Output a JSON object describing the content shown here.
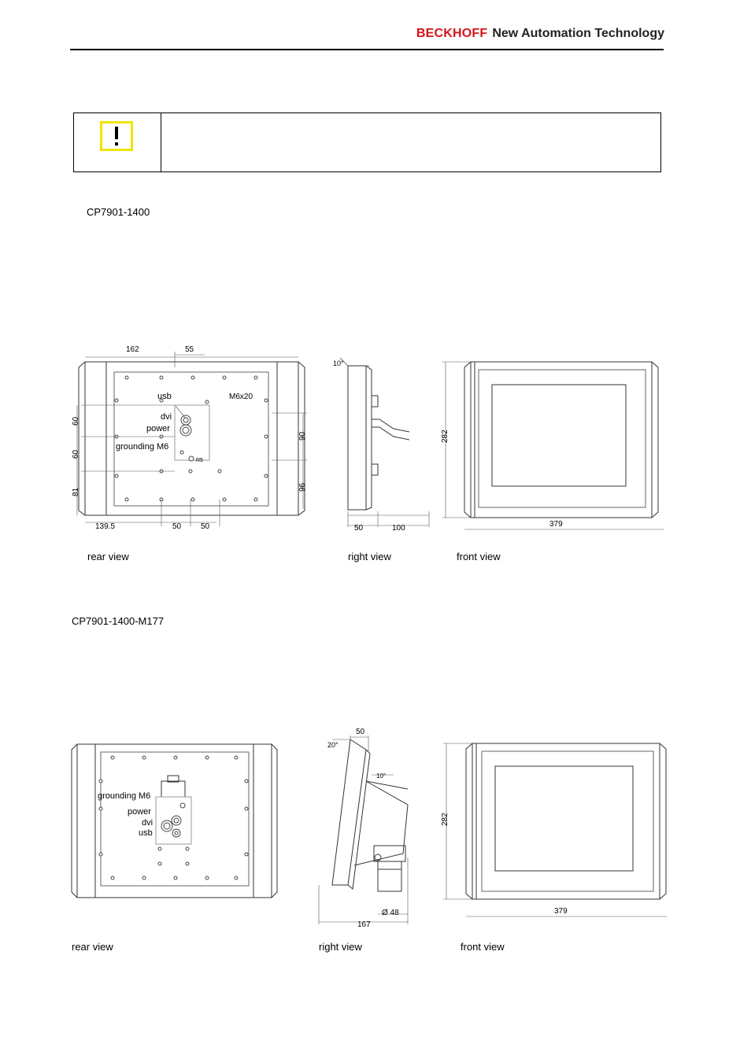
{
  "header": {
    "brand": "BECKHOFF",
    "tagline": "New Automation Technology",
    "brand_color": "#d3151b"
  },
  "note": {
    "icon": "caution-icon",
    "icon_color": "#f2e400"
  },
  "section1": {
    "title": "CP7901-1400",
    "rear": {
      "caption": "rear view",
      "dim_top_left": "162",
      "dim_top_mid": "55",
      "labels": {
        "usb": "usb",
        "dvi": "dvi",
        "power": "power",
        "grounding": "grounding M6",
        "screw": "M6x20",
        "radius": "R5"
      },
      "left_dims": [
        "60",
        "60",
        "81"
      ],
      "right_dims": [
        "90",
        "96"
      ],
      "bottom_dims": [
        "139.5",
        "50",
        "50"
      ]
    },
    "right": {
      "caption": "right view",
      "angle": "10°",
      "dims": [
        "50",
        "100"
      ]
    },
    "front": {
      "caption": "front view",
      "height": "282",
      "width": "379"
    }
  },
  "section2": {
    "title": "CP7901-1400-M177",
    "rear": {
      "caption": "rear view",
      "labels": {
        "grounding": "grounding M6",
        "power": "power",
        "dvi": "dvi",
        "usb": "usb"
      }
    },
    "right": {
      "caption": "right view",
      "angle1": "20°",
      "angle2": "10°",
      "top_dim": "50",
      "diameter": "Ø 48",
      "width": "167"
    },
    "front": {
      "caption": "front view",
      "height": "282",
      "width": "379"
    }
  }
}
